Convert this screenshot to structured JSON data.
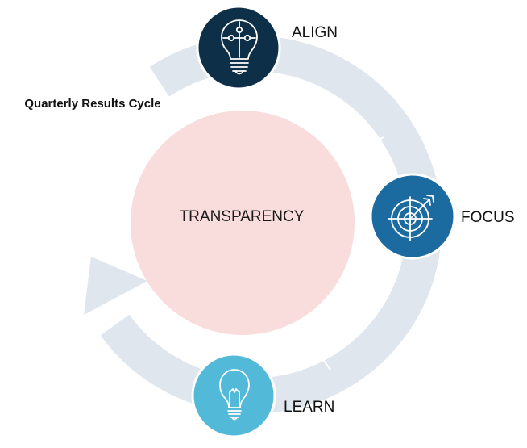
{
  "cycle_title": "Quarterly Results Cycle",
  "center_label": "TRANSPARENCY",
  "stages": [
    {
      "label": "ALIGN",
      "icon": "puzzle-lightbulb-icon",
      "color": "#0d2f47"
    },
    {
      "label": "FOCUS",
      "icon": "target-icon",
      "color": "#1b6aa0"
    },
    {
      "label": "LEARN",
      "icon": "lightbulb-icon",
      "color": "#52bad8"
    }
  ],
  "colors": {
    "ring": "#dfe6ee",
    "center_fill": "#f9dcdc"
  }
}
